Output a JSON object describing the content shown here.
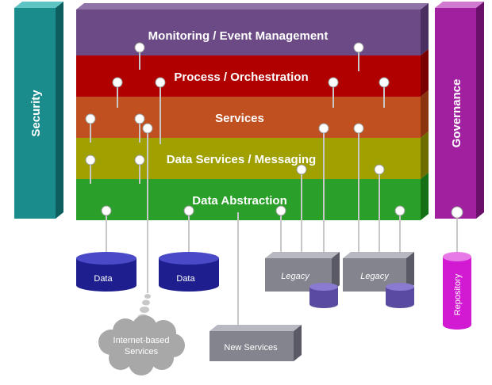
{
  "layers": [
    {
      "label": "Monitoring / Event Management",
      "color": "#6b4a86"
    },
    {
      "label": "Process / Orchestration",
      "color": "#b00000"
    },
    {
      "label": "Services",
      "color": "#c05020"
    },
    {
      "label": "Data Services / Messaging",
      "color": "#a0a000"
    },
    {
      "label": "Data Abstraction",
      "color": "#2aa02a"
    }
  ],
  "pillars": {
    "left": {
      "label": "Security",
      "color": "#1a8c8c"
    },
    "right": {
      "label": "Governance",
      "color": "#a020a0"
    }
  },
  "components": {
    "data_store_1": "Data",
    "data_store_2": "Data",
    "legacy_1": "Legacy",
    "legacy_2": "Legacy",
    "new_services": "New Services",
    "repository": "Repository",
    "internet_line1": "Internet-based",
    "internet_line2": "Services"
  }
}
